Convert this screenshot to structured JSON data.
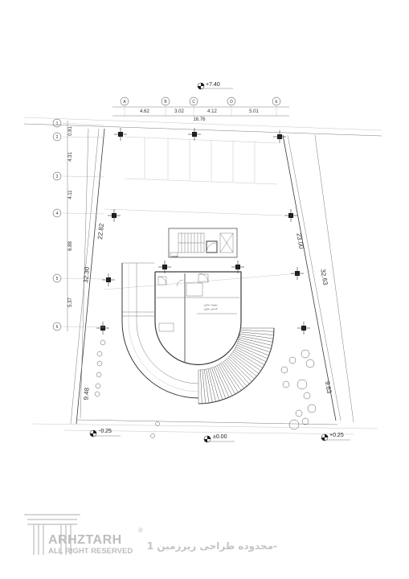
{
  "grid": {
    "top": [
      "A",
      "B",
      "C",
      "D",
      "E"
    ],
    "top_spacings": [
      "4.62",
      "3.02",
      "4.12",
      "5.01"
    ],
    "top_total": "16.76",
    "left": [
      "1",
      "2",
      "3",
      "4",
      "5",
      "6"
    ],
    "left_spacings": [
      "0.81",
      "4.31",
      "4.11",
      "6.88",
      "5.37"
    ]
  },
  "dimensions": {
    "left_outer": "32.30",
    "left_inner": "22.82",
    "right_inner": "23.00",
    "right_outer": "32.63",
    "bottom_left": "9.48",
    "bottom_right": "9.63"
  },
  "levels": {
    "top": "+7.40",
    "bottom_left": "-0.25",
    "bottom_center": "±0.00",
    "bottom_right": "+0.25"
  },
  "labels": {
    "room_line1": "سوئیت تجاری",
    "room_line2": "کد فنی ماژول",
    "room_small": "±0.00"
  },
  "brand": {
    "logo": "ARHZTARH",
    "rights": "ALL RIGHT RESERVED",
    "registered": "®",
    "caption": "محدوده طراحی زیرزمین 1-"
  }
}
